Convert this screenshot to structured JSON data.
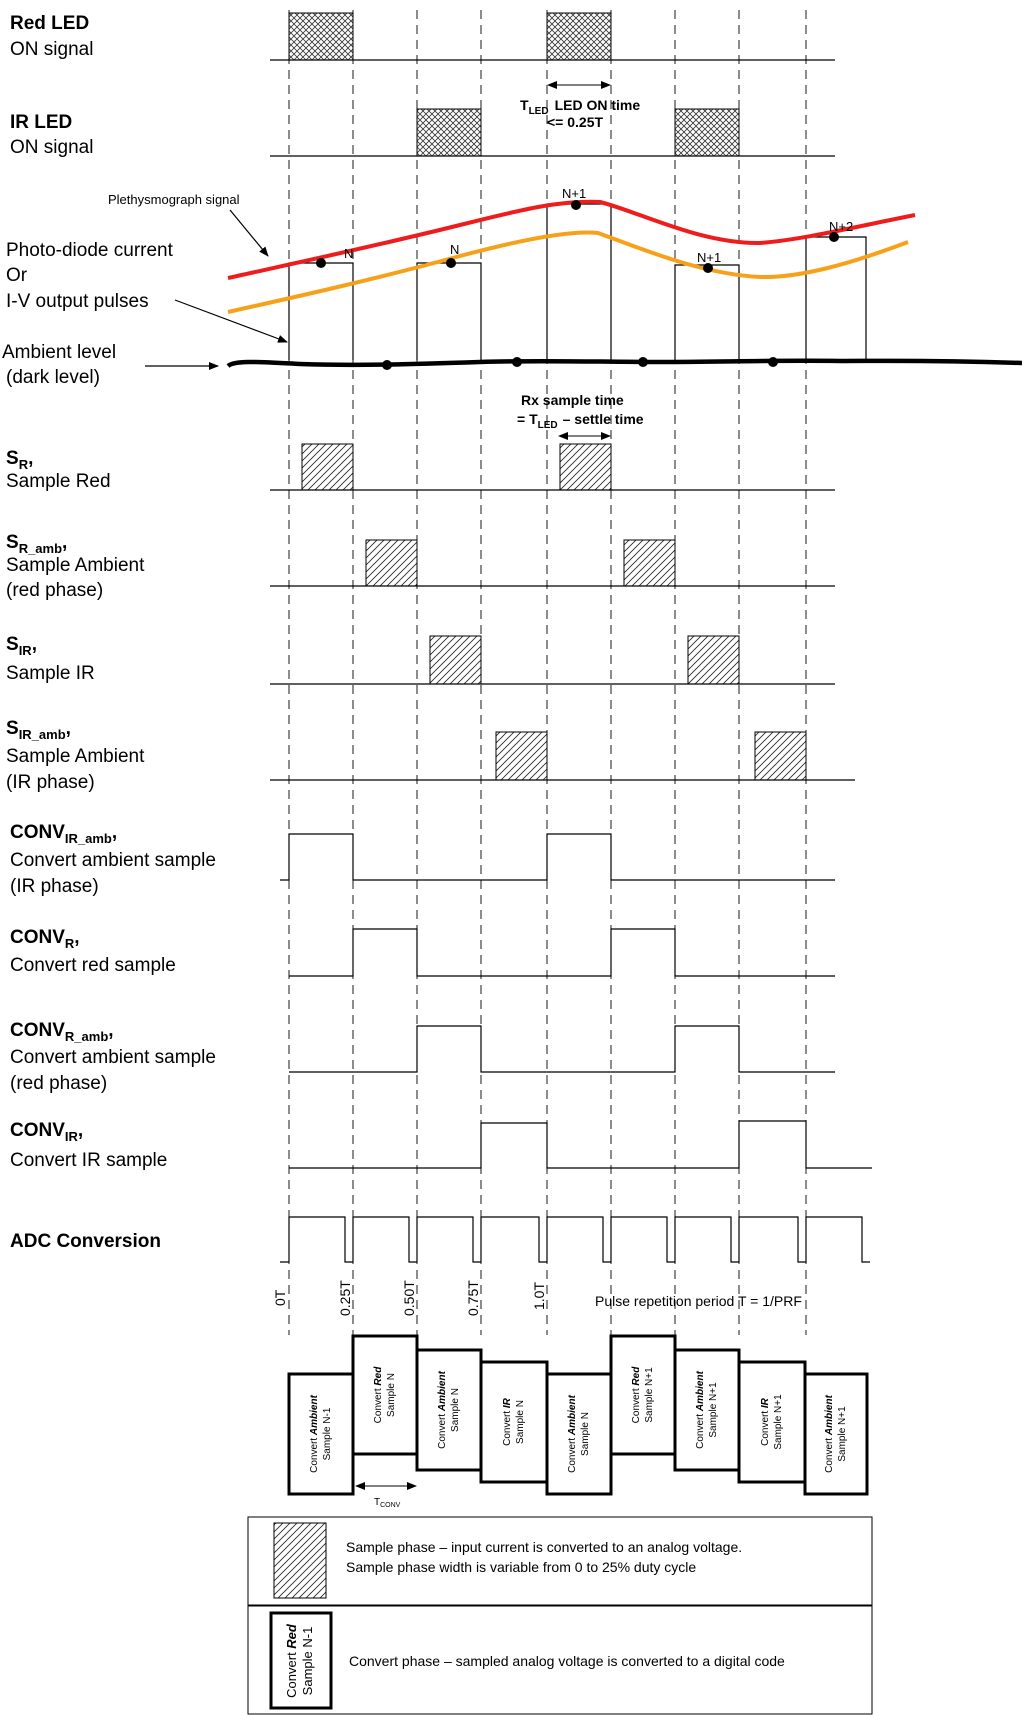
{
  "rows": {
    "red_led": {
      "title": "Red LED",
      "desc": "ON signal"
    },
    "ir_led": {
      "title": "IR LED",
      "desc": "ON signal"
    },
    "pleth": {
      "label": "Plethysmograph signal"
    },
    "photo": {
      "line1": "Photo-diode current",
      "line2": "Or",
      "line3": "I-V output pulses"
    },
    "ambient": {
      "line1": "Ambient level",
      "line2": "(dark level)"
    },
    "sr": {
      "main": "S",
      "sub": "R",
      "suffix": ",",
      "desc": "Sample Red"
    },
    "sr_amb": {
      "main": "S",
      "sub": "R_amb",
      "suffix": ",",
      "desc": "Sample Ambient",
      "desc2": "(red phase)"
    },
    "sir": {
      "main": "S",
      "sub": "IR",
      "suffix": ",",
      "desc": "Sample IR"
    },
    "sir_amb": {
      "main": "S",
      "sub": "IR_amb",
      "suffix": ",",
      "desc": "Sample Ambient",
      "desc2": "(IR phase)"
    },
    "conv_ir_amb": {
      "main": "CONV",
      "sub": "IR_amb",
      "suffix": ",",
      "desc": "Convert ambient sample",
      "desc2": "(IR phase)"
    },
    "conv_r": {
      "main": "CONV",
      "sub": "R",
      "suffix": ",",
      "desc": "Convert red sample"
    },
    "conv_r_amb": {
      "main": "CONV",
      "sub": "R_amb",
      "suffix": ",",
      "desc": "Convert ambient sample",
      "desc2": "(red phase)"
    },
    "conv_ir": {
      "main": "CONV",
      "sub": "IR",
      "suffix": ",",
      "desc": "Convert IR sample"
    },
    "adc": {
      "title": "ADC Conversion"
    }
  },
  "annotations": {
    "tled": {
      "main": "T",
      "sub": "LED",
      "rest": "LED ON time",
      "line2": "<= 0.25T"
    },
    "rx": {
      "line1": "Rx sample time",
      "eq": "= T",
      "sub": "LED",
      "rest": "– settle time"
    },
    "tconv": {
      "main": "T",
      "sub": "CONV"
    }
  },
  "points": {
    "n_red": "N",
    "n_ir": "N",
    "n1_red": "N+1",
    "n1_ir": "N+1",
    "n2_red": "N+2"
  },
  "ticks": [
    "0T",
    "0.25T",
    "0.50T",
    "0.75T",
    "1.0T"
  ],
  "period_label": "Pulse repetition period T = 1/PRF",
  "conv_boxes": [
    {
      "pre": "Convert ",
      "bold": "Ambient",
      "line2": "Sample N-1"
    },
    {
      "pre": "Convert ",
      "bold": "Red",
      "line2": "Sample N"
    },
    {
      "pre": "Convert ",
      "bold": "Ambient",
      "line2": "Sample N"
    },
    {
      "pre": "Convert ",
      "bold": "IR",
      "line2": "Sample N"
    },
    {
      "pre": "Convert ",
      "bold": "Ambient",
      "line2": "Sample N"
    },
    {
      "pre": "Convert ",
      "bold": "Red",
      "line2": "Sample N+1"
    },
    {
      "pre": "Convert ",
      "bold": "Ambient",
      "line2": "Sample N+1"
    },
    {
      "pre": "Convert ",
      "bold": "IR",
      "line2": "Sample N+1"
    },
    {
      "pre": "Convert ",
      "bold": "Ambient",
      "line2": "Sample N+1"
    }
  ],
  "legend": {
    "sample_line1": "Sample phase – input current is converted to an analog voltage.",
    "sample_line2": "Sample phase width is variable from 0 to 25% duty cycle",
    "convert_text": "Convert phase – sampled analog voltage is converted to a digital code",
    "box_pre": "Convert ",
    "box_bold": "Red",
    "box_line2": "Sample N-1"
  },
  "colors": {
    "red_signal": "#ee1c1c",
    "orange_signal": "#f7a11a",
    "ambient": "#000000"
  }
}
